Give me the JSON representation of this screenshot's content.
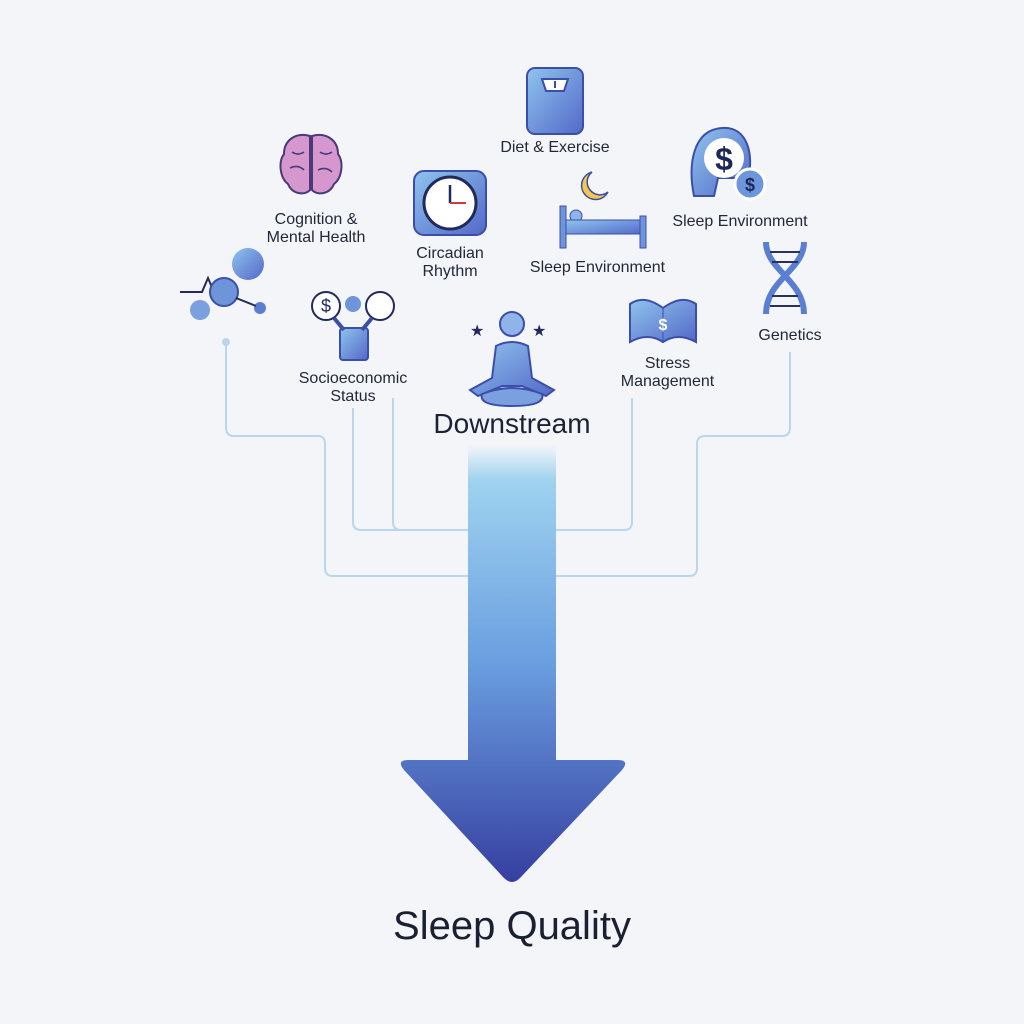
{
  "factors": [
    {
      "label": "Diet & Exercise",
      "icon": "scale-icon"
    },
    {
      "label": "Cognition & Mental Health",
      "line1": "Cognition &",
      "line2": "Mental Health",
      "icon": "brain-icon"
    },
    {
      "label": "Circadian Rhythm",
      "line1": "Circadian",
      "line2": "Rhythm",
      "icon": "clock-icon"
    },
    {
      "label": "Sleep Environment",
      "icon": "bed-moon-icon"
    },
    {
      "label": "Sleep Environment",
      "icon": "money-head-icon"
    },
    {
      "label": "Socioeconomic Status",
      "line1": "Socioeconomic",
      "line2": "Status",
      "icon": "socioeconomic-icon"
    },
    {
      "label": "Stress Management",
      "line1": "Stress",
      "line2": "Management",
      "icon": "book-icon"
    },
    {
      "label": "Genetics",
      "icon": "dna-icon"
    }
  ],
  "center_label": "Downstream",
  "outcome": "Sleep Quality",
  "colors": {
    "line": "#b9d6ee",
    "arrow_top": "#8ecbeb",
    "arrow_bottom": "#3a45a6",
    "icon": "#5b7fd0",
    "brain": "#c27bc4"
  }
}
